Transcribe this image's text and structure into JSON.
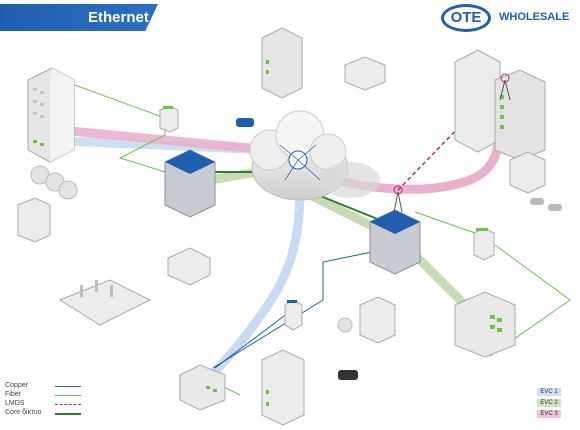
{
  "header": {
    "title": "Ethernet"
  },
  "logo": {
    "mark": "OTE",
    "text": "WHOLESALE"
  },
  "legend": [
    {
      "label": "Copper",
      "color": "#1f5fae",
      "style": "solid"
    },
    {
      "label": "Fiber",
      "color": "#6cc24a",
      "style": "solid"
    },
    {
      "label": "LMDS",
      "color": "#b0287d",
      "style": "dashed"
    },
    {
      "label": "Core δίκτυο",
      "color": "#2e7d32",
      "style": "solid"
    }
  ],
  "evc": [
    {
      "label": "EVC 1",
      "color": "#cfe0f2"
    },
    {
      "label": "EVC 2",
      "color": "#cfe3bf"
    },
    {
      "label": "EVC 3",
      "color": "#f3c2da"
    }
  ],
  "colors": {
    "brand": "#1f5fae",
    "fiber": "#6cc24a",
    "pink": "#eab0ce",
    "blue_band": "#c9dbf2",
    "green_band": "#c7dcb3"
  },
  "icons": [
    "cloud-network-icon",
    "building-icon",
    "cell-tower-icon",
    "car-icon",
    "factory-icon"
  ]
}
